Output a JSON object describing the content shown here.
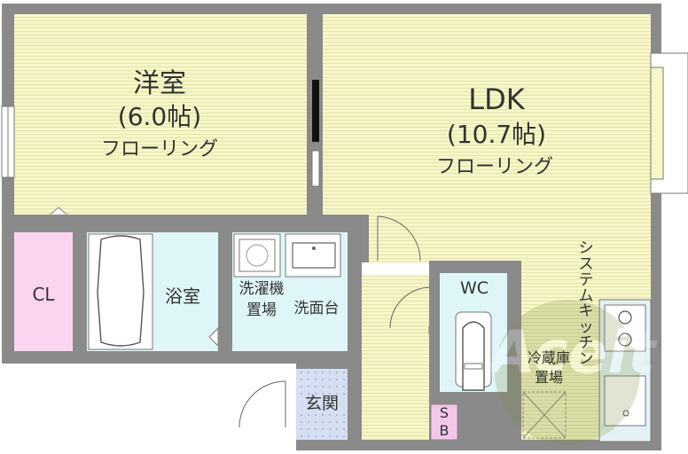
{
  "floorplan": {
    "rooms": {
      "western_room": {
        "name": "洋室",
        "size": "(6.0帖)",
        "floor": "フローリング"
      },
      "ldk": {
        "name": "LDK",
        "size": "(10.7帖)",
        "floor": "フローリング"
      },
      "closet": "CL",
      "bathroom": "浴室",
      "washer_space": [
        "洗濯機",
        "置場"
      ],
      "washbasin": "洗面台",
      "toilet": "WC",
      "entrance": "玄関",
      "shoe_box": [
        "S",
        "B"
      ],
      "fridge_space": [
        "冷蔵庫",
        "置場"
      ],
      "kitchen": "システムキッチン"
    },
    "watermark": "Aceit",
    "colors": {
      "floor": "#f6f6c8",
      "floor_line": "#e2e2a8",
      "wall": "#8a8a8a",
      "wet_area": "#dff6f8",
      "closet": "#fbd4ef",
      "entrance_tile": "#cfd8ee",
      "shoe_box": "#f4c6ea"
    }
  }
}
